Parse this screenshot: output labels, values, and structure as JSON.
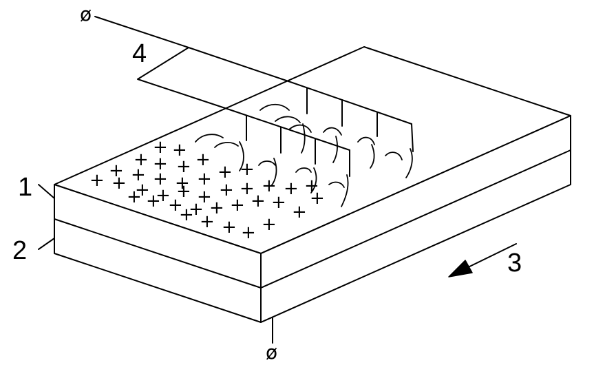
{
  "labels": {
    "layer_top": "1",
    "layer_bottom": "2",
    "direction": "3",
    "electrode": "4"
  },
  "terminals": {
    "top": "ø",
    "bottom": "ø"
  },
  "charge_symbol": "+",
  "colors": {
    "stroke": "#000000",
    "background": "#ffffff"
  }
}
